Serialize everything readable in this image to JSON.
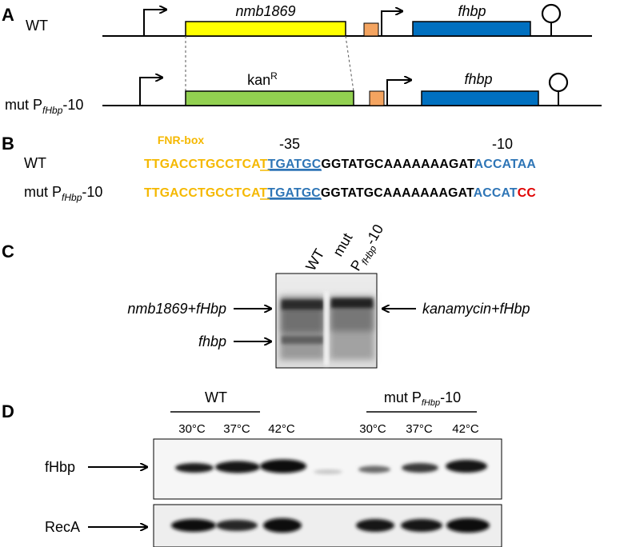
{
  "colors": {
    "yellow_gene": "#ffff00",
    "green_gene": "#92d050",
    "blue_gene": "#0070c0",
    "orange_box": "#f4a460",
    "fnr_text": "#f5b800",
    "promoter_blue": "#2e75b6",
    "mutation_red": "#e00000"
  },
  "panel_a": {
    "label": "A",
    "wt_label": "WT",
    "mut_label_prefix": "mut P",
    "mut_label_sub": "fHbp",
    "mut_label_suffix": "-10",
    "gene_nmb": "nmb1869",
    "gene_fhbp": "fhbp",
    "gene_kan": "kan",
    "gene_kan_sup": "R"
  },
  "panel_b": {
    "label": "B",
    "fnr_box_label": "FNR-box",
    "minus35_label": "-35",
    "minus10_label": "-10",
    "wt_label": "WT",
    "mut_label_prefix": "mut P",
    "mut_label_sub": "fHbp",
    "mut_label_suffix": "-10",
    "wt_seq": {
      "fnr": "TTGACCTGCCTCAT",
      "m35": "TGATGC",
      "spacer": "GGTATGCAAAAAAAGAT",
      "m10": "ACCATAA"
    },
    "mut_seq": {
      "fnr": "TTGACCTGCCTCAT",
      "m35": "TGATGC",
      "spacer": "GGTATGCAAAAAAAGAT",
      "m10_keep": "ACCAT",
      "m10_mut": "CC"
    }
  },
  "panel_c": {
    "label": "C",
    "lane_wt": "WT",
    "lane_mut_line1": "mut",
    "lane_mut_prefix": "P",
    "lane_mut_sub": "fHbp",
    "lane_mut_suffix": "-10",
    "band_left_upper": "nmb1869+fHbp",
    "band_left_lower": "fhbp",
    "band_right": "kanamycin+fHbp"
  },
  "panel_d": {
    "label": "D",
    "group_wt": "WT",
    "group_mut_prefix": "mut P",
    "group_mut_sub": "fHbp",
    "group_mut_suffix": "-10",
    "temps": [
      "30°C",
      "37°C",
      "42°C",
      "30°C",
      "37°C",
      "42°C"
    ],
    "row_fhbp": "fHbp",
    "row_reca": "RecA"
  }
}
